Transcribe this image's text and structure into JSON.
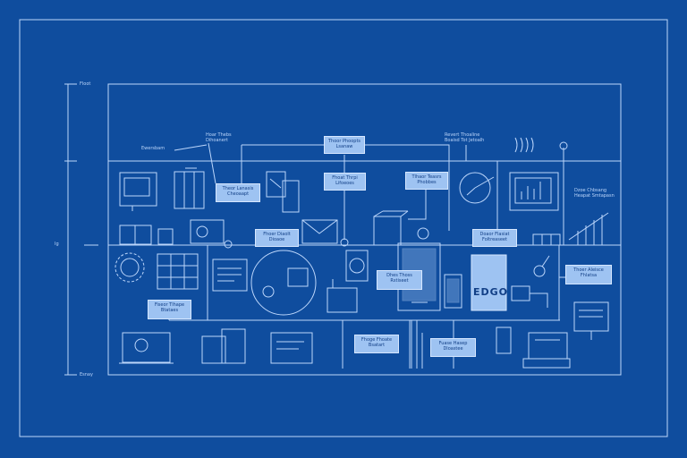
{
  "palette": {
    "background": "#0f4d9e",
    "line": "#bcd6fb",
    "panel": "#9ec3f2",
    "panel_text": "#123f86"
  },
  "axis_labels": {
    "top": "Floot",
    "middle": "Ig",
    "bottom": "Esnay"
  },
  "notes": {
    "top_left": "Hoar Thebs\nDihoanert",
    "left": "Ewersbam",
    "top_right": "Revert Thoaline\nBoaisd Tot Jetoalh",
    "right": "Dzoe Chbsang\nHeapat Smtapasn"
  },
  "labels": {
    "top_center": "Thoor Phoopts\nLsanaw",
    "left_upper": "Theor Lanasis\nCheoaapt",
    "center_upper": "Fhoat Thrpi\nLifoeoes",
    "right_upper": "Tlhaor Teasrs\nPhobbes",
    "left_mid": "Fhoer Diaolt\nDioaoe",
    "right_mid": "Doaor Flasiat\nFoltreaseet",
    "left_lower": "Fiseor Tlhape\nBtataes",
    "center_mid": "Dhes Thoss\nRstiseet",
    "far_right": "Thoer Aleisce\nFhlatsa",
    "bottom_center": "Fhoge Fhoate\nBsatart",
    "bottom_right": "Fuase Hasep\nDloastee"
  },
  "tablet_text": "EDGO"
}
